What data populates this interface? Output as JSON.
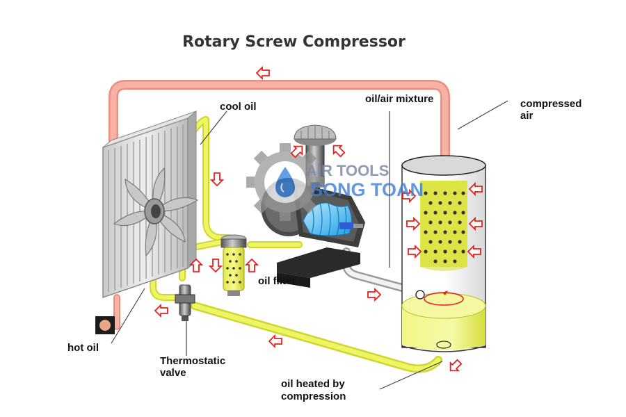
{
  "title": "Rotary Screw Compressor",
  "labels": {
    "cool_oil": "cool oil",
    "oil_air_mixture": "oil/air mixture",
    "compressed_air_line1": "compressed",
    "compressed_air_line2": "air",
    "oil_filter": "oil filter",
    "hot_oil": "hot oil",
    "thermostatic_valve_line1": "Thermostatic",
    "thermostatic_valve_line2": "valve",
    "oil_heated_line1": "oil heated by",
    "oil_heated_line2": "compression"
  },
  "watermark": {
    "line1": "AIR TOOLS",
    "line2": "SONG TOAN"
  },
  "colors": {
    "hot_pipe": "#f7a89b",
    "cool_pipe": "#eaf25a",
    "arrow": "#e8201c",
    "watermark": "#5a8fd6",
    "tank_top": "#dddddd",
    "tank_liquid": "#eef36a"
  },
  "icons": {
    "flow_arrow": "hollow-red-arrow-icon",
    "fan": "cooling-fan-icon",
    "gear": "gear-watermark-icon"
  }
}
